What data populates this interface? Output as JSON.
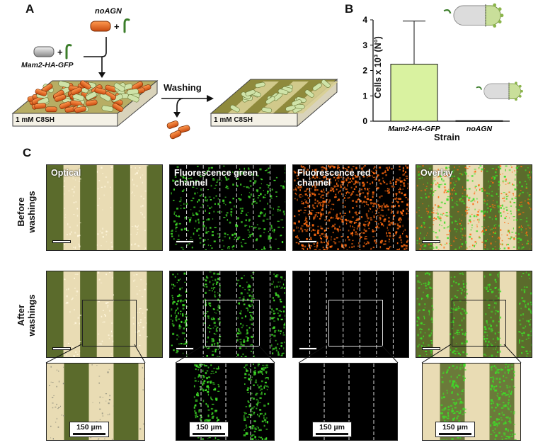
{
  "panels": {
    "a": "A",
    "b": "B",
    "c": "C"
  },
  "schematic": {
    "noagn_label": "noAGN",
    "mam2_label": "Mam2-HA-GFP",
    "plus": "+",
    "washing_label": "Washing",
    "substrate_label": "1 mM C8SH"
  },
  "chart_data": {
    "type": "bar",
    "categories": [
      "Mam2-HA-GFP",
      "noAGN"
    ],
    "values": [
      2.25,
      0.02
    ],
    "errors_upper": [
      3.95,
      0.02
    ],
    "ylabel": "Cells x 10³ (N°)",
    "xlabel": "Strain",
    "ylim": [
      0,
      4
    ],
    "yticks": [
      0,
      1,
      2,
      3,
      4
    ],
    "bar_color": "#d9f2a0"
  },
  "micro": {
    "titles": {
      "optical": "Optical",
      "green": "Fluorescence green channel",
      "red": "Fluorescence red channel",
      "overlay": "Overlay"
    },
    "rows": {
      "before": "Before washings",
      "after": "After washings"
    },
    "scale": "150 µm"
  },
  "colors": {
    "orange": "#e8601c",
    "light_green": "#cfe3a8",
    "substrate_dark": "#6b6b1e",
    "substrate_light": "#e6dcb0",
    "fluor_green": "#3fdc28",
    "fluor_red": "#ff6a10"
  }
}
